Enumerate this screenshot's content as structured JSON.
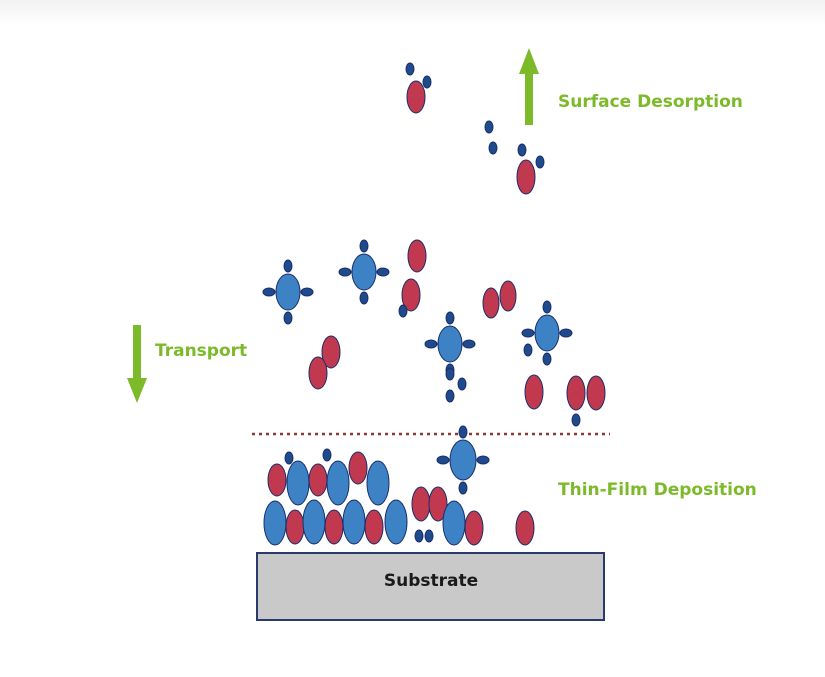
{
  "labels": {
    "surface_desorption": "Surface Desorption",
    "transport": "Transport",
    "thin_film_deposition": "Thin-Film Deposition",
    "substrate": "Substrate"
  },
  "colors": {
    "label_green": "#7cba2a",
    "arrow_green": "#7cba2a",
    "blue_atom": "#3d82c4",
    "red_atom": "#c0394e",
    "small_atom": "#1f4a8c",
    "outline": "#1a2f6b",
    "substrate_fill": "#c9c9c9",
    "substrate_border": "#2a3a6a",
    "dotted_line": "#8b3a3a"
  }
}
